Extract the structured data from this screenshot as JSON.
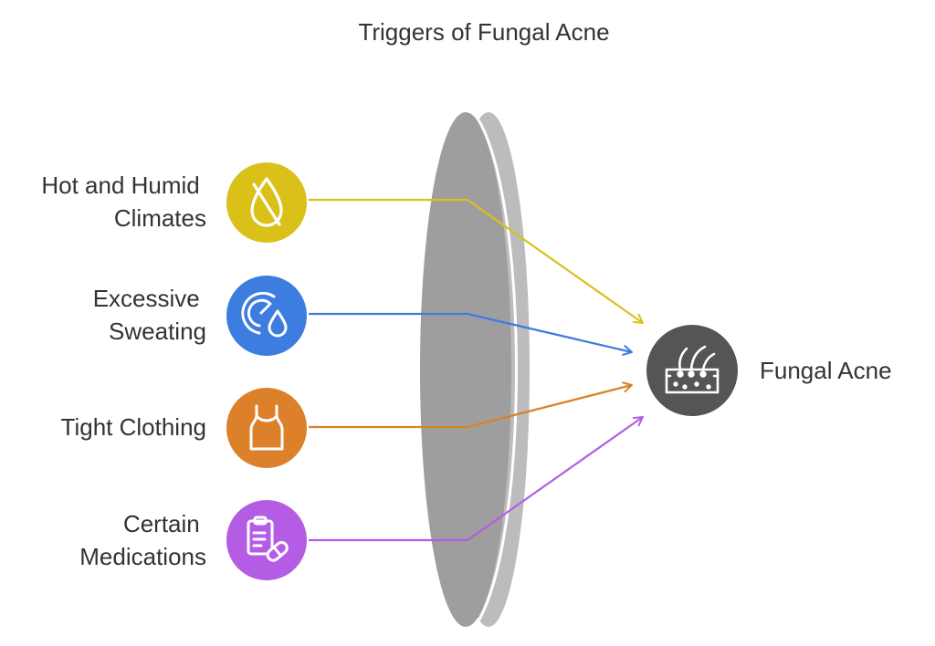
{
  "title": "Triggers of Fungal Acne",
  "causes": [
    {
      "label_lines": [
        "Hot and Humid",
        "Climates"
      ],
      "color": "#d9c11a",
      "icon": "no-water-drop-icon"
    },
    {
      "label_lines": [
        "Excessive",
        "Sweating"
      ],
      "color": "#3d7ddf",
      "icon": "sweat-gauge-icon"
    },
    {
      "label_lines": [
        "Tight Clothing"
      ],
      "color": "#dc8029",
      "icon": "tank-top-icon"
    },
    {
      "label_lines": [
        "Certain",
        "Medications"
      ],
      "color": "#b45de4",
      "icon": "prescription-pill-icon"
    }
  ],
  "outcome": {
    "label": "Fungal Acne",
    "color": "#555555",
    "icon": "skin-hair-follicle-icon"
  },
  "lens": {
    "color": "#9e9e9e",
    "edge_color": "#bcbcbc"
  }
}
